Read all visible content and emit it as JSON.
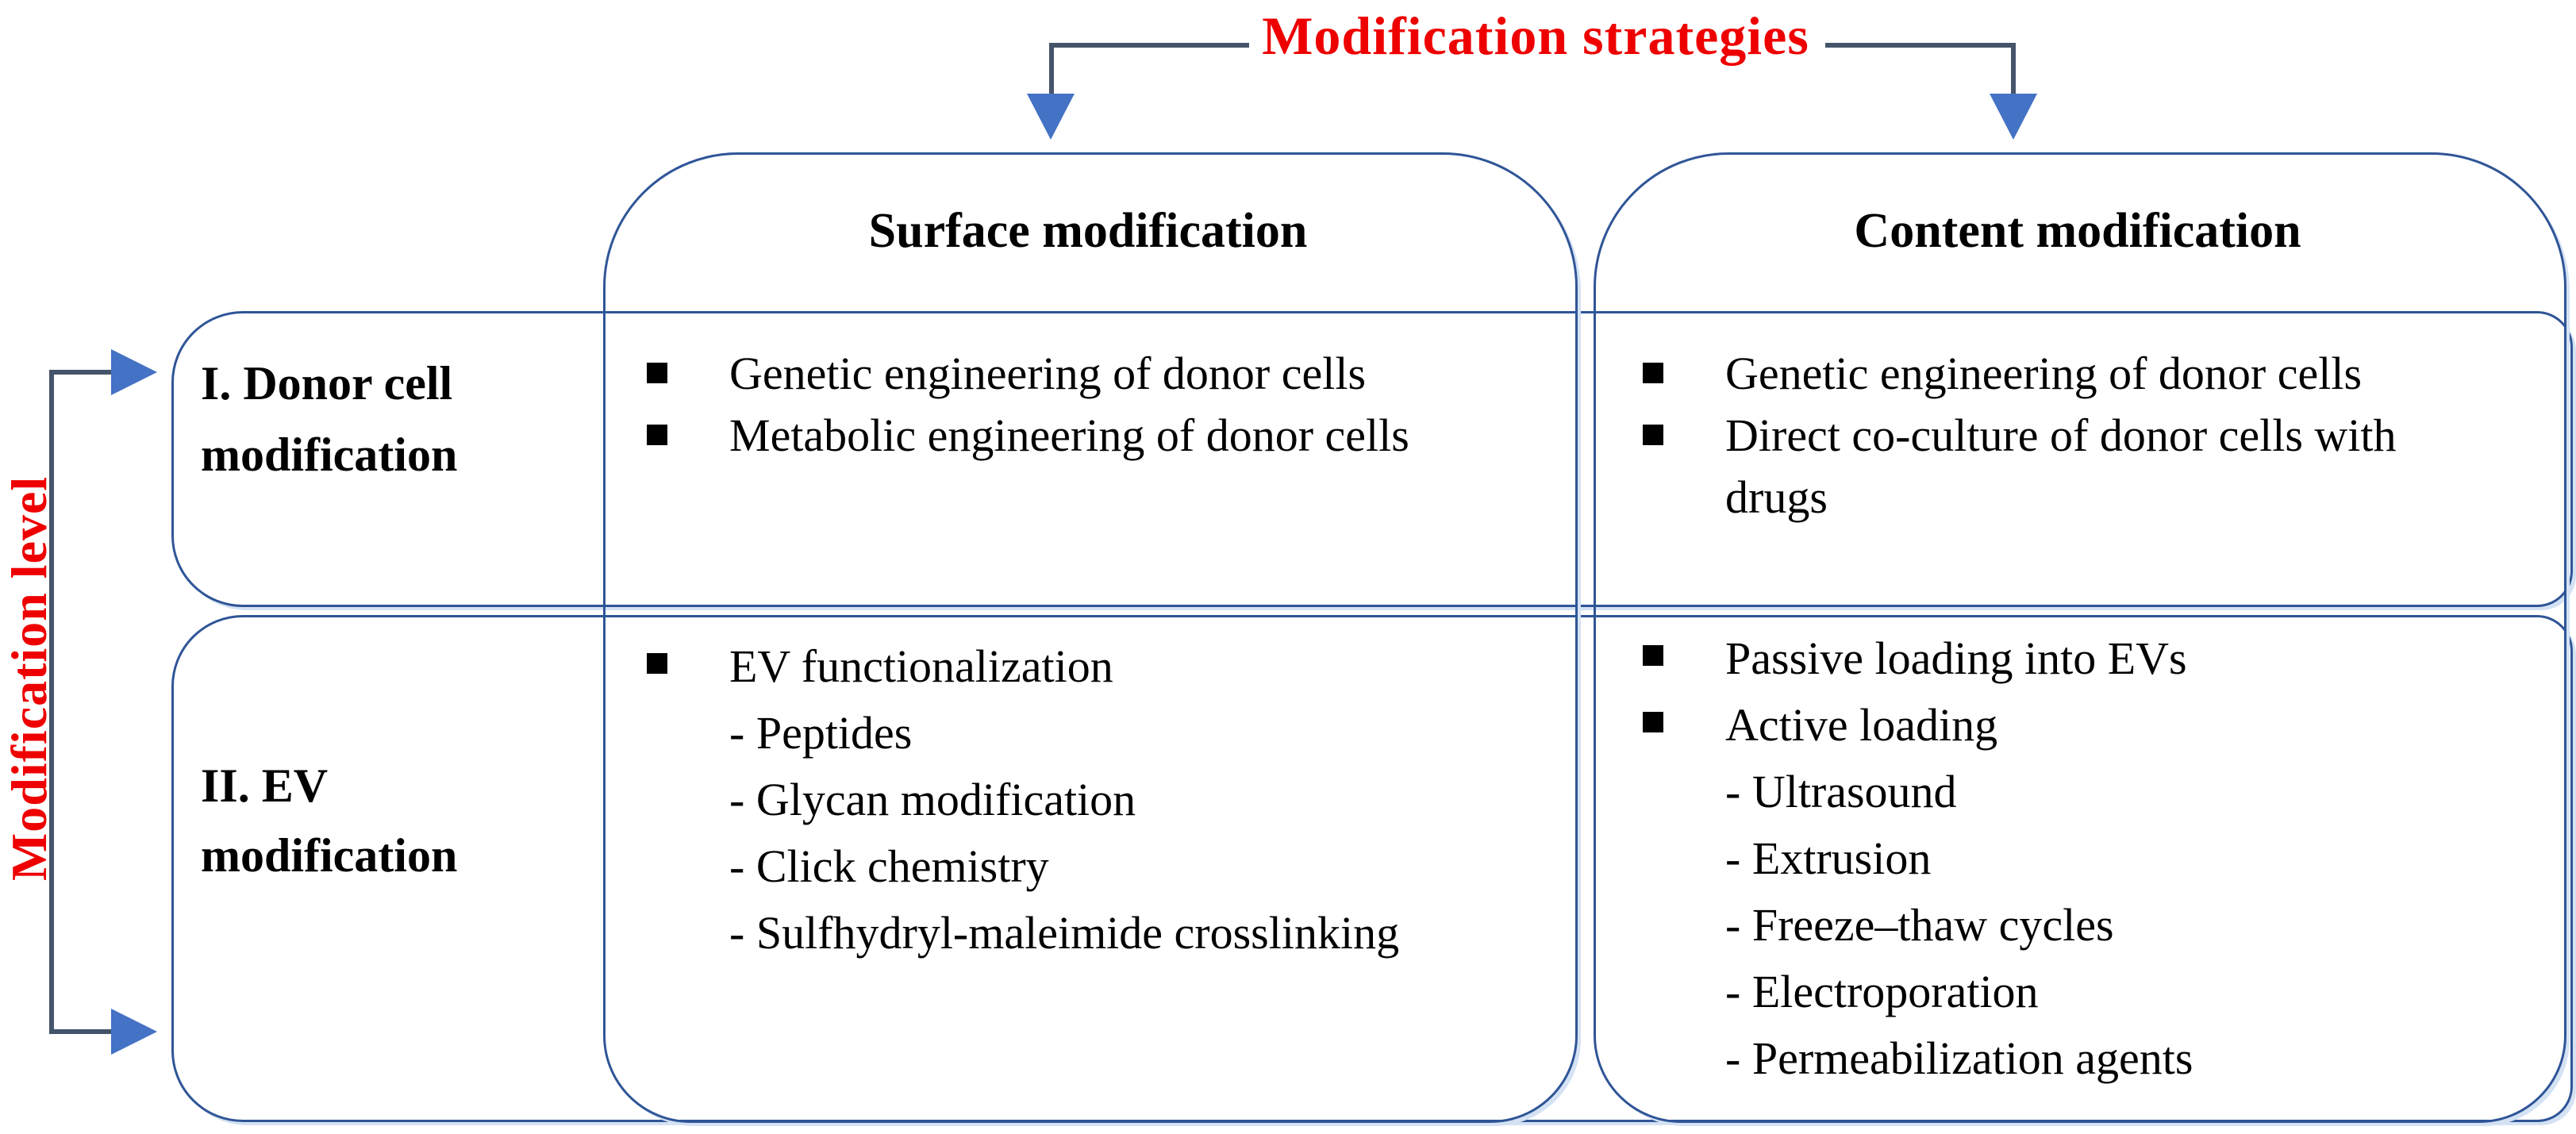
{
  "title": {
    "text": "Modification strategies"
  },
  "side_label": {
    "text": "Modification level"
  },
  "columns": [
    {
      "title": "Surface modification"
    },
    {
      "title": "Content modification"
    }
  ],
  "rows": [
    {
      "title_lines": [
        "I. Donor cell",
        "modification"
      ]
    },
    {
      "title_lines": [
        "II. EV",
        "modification"
      ]
    }
  ],
  "cells": {
    "donor_surface": {
      "items": [
        {
          "type": "bullet",
          "text": "Genetic engineering of donor cells"
        },
        {
          "type": "bullet",
          "text": "Metabolic engineering of donor cells"
        }
      ]
    },
    "donor_content": {
      "items": [
        {
          "type": "bullet",
          "text": "Genetic engineering of donor cells"
        },
        {
          "type": "bullet",
          "text": "Direct co-culture of donor cells with"
        },
        {
          "type": "cont",
          "text": "drugs"
        }
      ]
    },
    "ev_surface": {
      "items": [
        {
          "type": "bullet",
          "text": "EV functionalization"
        },
        {
          "type": "sub",
          "text": "- Peptides"
        },
        {
          "type": "sub",
          "text": "- Glycan modification"
        },
        {
          "type": "sub",
          "text": "- Click chemistry"
        },
        {
          "type": "sub",
          "text": "- Sulfhydryl-maleimide crosslinking"
        }
      ]
    },
    "ev_content": {
      "items": [
        {
          "type": "bullet",
          "text": "Passive loading into EVs"
        },
        {
          "type": "bullet",
          "text": "Active loading"
        },
        {
          "type": "sub",
          "text": "- Ultrasound"
        },
        {
          "type": "sub",
          "text": "- Extrusion"
        },
        {
          "type": "sub",
          "text": "- Freeze–thaw cycles"
        },
        {
          "type": "sub",
          "text": "- Electroporation"
        },
        {
          "type": "sub",
          "text": "- Permeabilization agents"
        }
      ]
    }
  },
  "colors": {
    "box_border": "#2F5597",
    "connector_line": "#44546A",
    "arrow_fill": "#4472C4",
    "accent_red": "#EE0000",
    "text": "#000000"
  }
}
